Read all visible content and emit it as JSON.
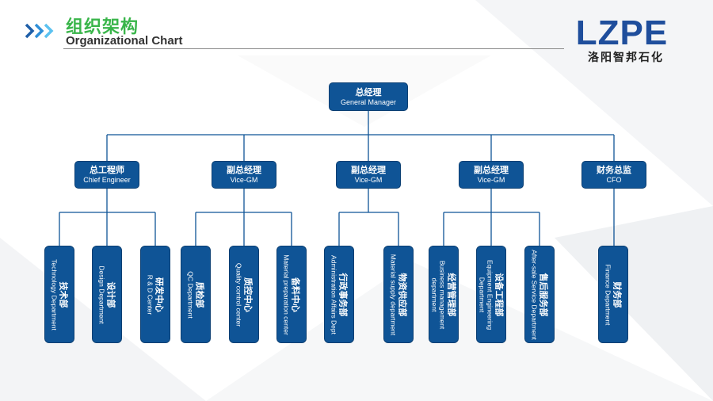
{
  "header": {
    "title_cn": "组织架构",
    "title_en": "Organizational Chart",
    "logo_text": "LZPE",
    "logo_subtitle": "洛阳智邦石化"
  },
  "colors": {
    "box_fill": "#0f5496",
    "title_green": "#39b54a",
    "logo_blue": "#1f4e9c",
    "line": "#0f5496"
  },
  "org": {
    "gm": {
      "cn": "总经理",
      "en": "General Manager"
    },
    "managers": [
      {
        "cn": "总工程师",
        "en": "Chief Engineer"
      },
      {
        "cn": "副总经理",
        "en": "Vice-GM"
      },
      {
        "cn": "副总经理",
        "en": "Vice-GM"
      },
      {
        "cn": "副总经理",
        "en": "Vice-GM"
      },
      {
        "cn": "财务总监",
        "en": "CFO"
      }
    ],
    "departments": [
      {
        "cn": "技术部",
        "en": "Technology Department"
      },
      {
        "cn": "设计部",
        "en": "Design Department"
      },
      {
        "cn": "研发中心",
        "en": "R & D Center"
      },
      {
        "cn": "质检部",
        "en": "QC Department"
      },
      {
        "cn": "质控中心",
        "en": "Quality control center"
      },
      {
        "cn": "备料中心",
        "en": "Material preparation center"
      },
      {
        "cn": "行政事务部",
        "en": "Administration Affairs Dept"
      },
      {
        "cn": "物资供应部",
        "en": "Material supply department"
      },
      {
        "cn": "经营管理部",
        "en": "Business management department"
      },
      {
        "cn": "设备工程部",
        "en": "Equipment Engineering Department"
      },
      {
        "cn": "售后服务部",
        "en": "After-sale Service Department"
      },
      {
        "cn": "财务部",
        "en": "Finance Department"
      }
    ]
  }
}
